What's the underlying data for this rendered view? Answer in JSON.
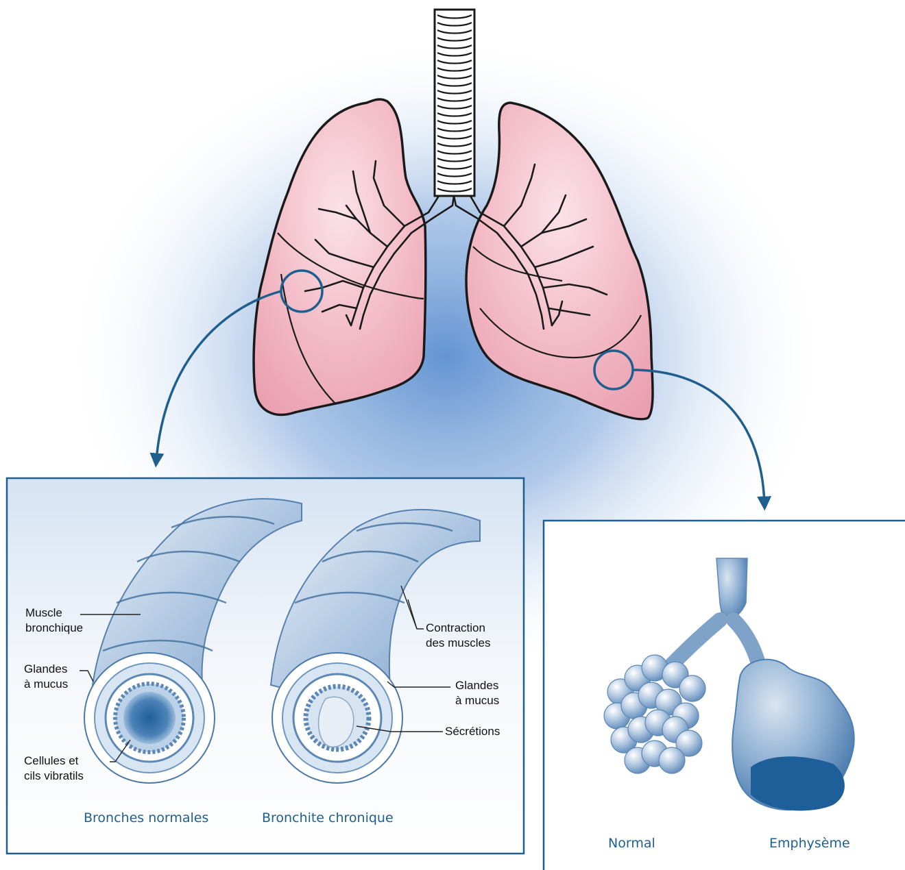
{
  "labels": {
    "muscle_bronchique": [
      "Muscle",
      "bronchique"
    ],
    "glandes_left": [
      "Glandes",
      "à mucus"
    ],
    "cellules": [
      "Cellules et",
      "cils vibratils"
    ],
    "contraction": [
      "Contraction",
      "des muscles"
    ],
    "glandes_right": [
      "Glandes",
      "à mucus"
    ],
    "secretions": "Sécrétions"
  },
  "captions": {
    "normal_bronchi": "Bronches normales",
    "chronic_bronchitis": "Bronchite chronique",
    "normal_alveoli": "Normal",
    "emphysema": "Emphysème"
  },
  "colors": {
    "accent": "#1e5f8f",
    "lung_fill": "#f2b8c4",
    "lung_stroke": "#1a1a1a",
    "glow": "#5b8fd0",
    "tissue": "#9cbcdc"
  }
}
